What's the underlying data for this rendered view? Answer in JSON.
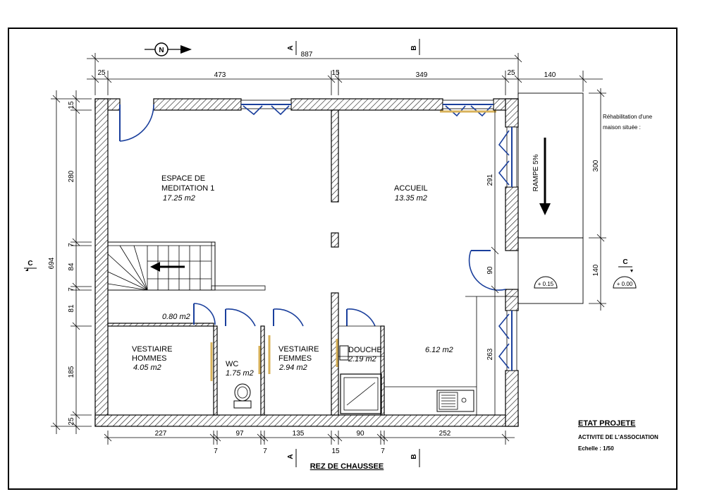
{
  "plan_title": "REZ DE CHAUSSEE",
  "north_label": "N",
  "section_labels": {
    "a": "A",
    "b": "B",
    "c": "C"
  },
  "project": {
    "description_line1": "Réhabilitation d'une",
    "description_line2": "maison située :",
    "state": "ETAT PROJETE",
    "activity": "ACTIVITE DE L'ASSOCIATION",
    "scale": "Echelle : 1/50"
  },
  "ramp_label": "RAMPE 5%",
  "levels": {
    "landing": "+ 0.15",
    "ground": "+ 0.00"
  },
  "rooms": {
    "meditation_name_line1": "ESPACE DE",
    "meditation_name_line2": "MEDITATION 1",
    "meditation_area": "17.25 m2",
    "accueil_name": "ACCUEIL",
    "accueil_area": "13.35 m2",
    "stair_area": "0.80 m2",
    "vest_h_line1": "VESTIAIRE",
    "vest_h_line2": "HOMMES",
    "vest_h_area": "4.05 m2",
    "wc_name": "WC",
    "wc_area": "1.75 m2",
    "vest_f_line1": "VESTIAIRE",
    "vest_f_line2": "FEMMES",
    "vest_f_area": "2.94 m2",
    "douche_name": "DOUCHE",
    "douche_area": "2.19 m2",
    "hall_area": "6.12 m2"
  },
  "dimensions": {
    "overall_width": "887",
    "top_wall_left": "25",
    "top_span_left": "473",
    "top_wall_mid": "15",
    "top_span_right": "349",
    "top_wall_right": "25",
    "ramp_width": "140",
    "left_overall": "694",
    "left_wall_top": "15",
    "left_280": "280",
    "left_7a": "7",
    "left_84": "84",
    "left_7b": "7",
    "left_81": "81",
    "left_185": "185",
    "left_wall_bottom": "25",
    "right_291": "291",
    "right_90": "90",
    "right_263": "263",
    "ramp_300": "300",
    "ramp_140": "140",
    "bottom_227": "227",
    "bottom_97": "97",
    "bottom_135": "135",
    "bottom_90": "90",
    "bottom_252": "252",
    "bottom_7a": "7",
    "bottom_7b": "7",
    "bottom_15": "15",
    "bottom_7c": "7"
  }
}
